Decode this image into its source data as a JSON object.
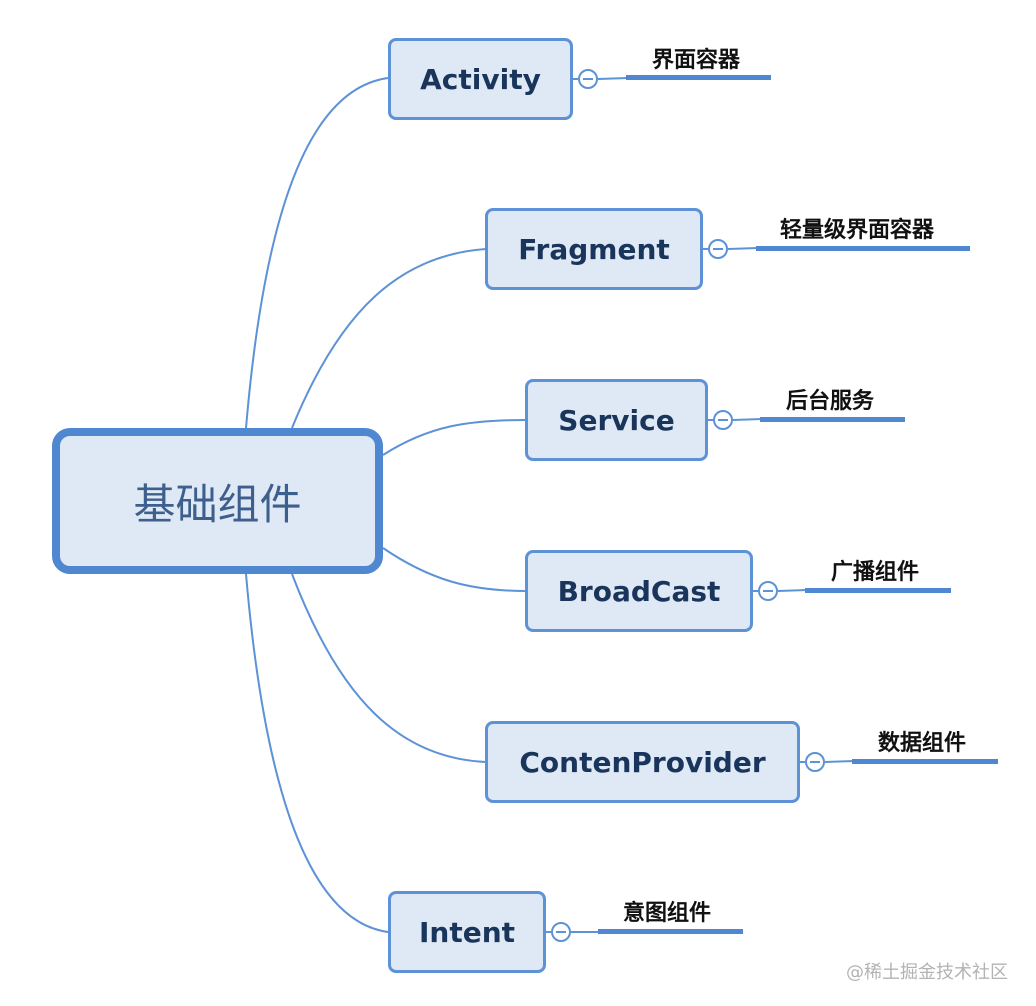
{
  "root": {
    "label": "基础组件"
  },
  "branches": [
    {
      "label": "Activity",
      "leaf": "界面容器"
    },
    {
      "label": "Fragment",
      "leaf": "轻量级界面容器"
    },
    {
      "label": "Service",
      "leaf": "后台服务"
    },
    {
      "label": "BroadCast",
      "leaf": "广播组件"
    },
    {
      "label": "ContenProvider",
      "leaf": "数据组件"
    },
    {
      "label": "Intent",
      "leaf": "意图组件"
    }
  ],
  "watermark": "@稀土掘金技术社区",
  "colors": {
    "node_fill": "#dfe8f5",
    "node_border": "#5d92d6",
    "root_border": "#4f88d0",
    "connector": "#5d92d6",
    "branch_text": "#1a355b",
    "root_text": "#3d5f8e"
  }
}
